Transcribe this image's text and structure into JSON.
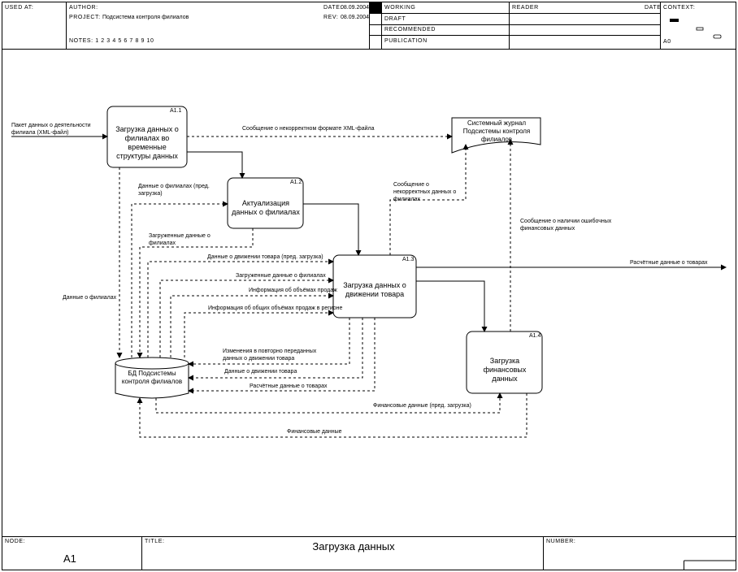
{
  "header": {
    "used_at": "USED AT:",
    "author": "AUTHOR:",
    "project_label": "PROJECT:",
    "project": "Подсистема контроля филиалов",
    "notes": "NOTES: 1 2 3 4 5 6 7 8 9 10",
    "date_label": "DATE:",
    "date": "08.09.2004",
    "rev_label": "REV:",
    "rev": "08.09.2004",
    "status": [
      "WORKING",
      "DRAFT",
      "RECOMMENDED",
      "PUBLICATION"
    ],
    "reader": "READER",
    "date2": "DATE",
    "context": "CONTEXT:",
    "context_node": "A0"
  },
  "diagram": {
    "boxes": [
      {
        "id": "A1.1",
        "title": "Загрузка данных о филиалах во временные структуры данных"
      },
      {
        "id": "A1.2",
        "title": "Актуализация данных о филиалах"
      },
      {
        "id": "A1.3",
        "title": "Загрузка данных о движении товара"
      },
      {
        "id": "A1.4",
        "title": "Загрузка финансовых данных"
      }
    ],
    "store": "БД Подсистемы контроля филиалов",
    "journal": "Системный журнал Подсистемы контроля филиалов",
    "arrows": {
      "input": "Пакет данных о деятельности филиала (XML-файл)",
      "bad_format": "Сообщение о некорректном формате XML-файла",
      "branch_pre": "Данные о филиалах (пред. загрузка)",
      "loaded_branch": "Загруженные данные о филиалах",
      "branch_data": "Данные о филиалах",
      "bad_data": "Сообщение о некорректных данных о филиалах",
      "errors_fin": "Сообщение о наличии ошибочных финансовых данных",
      "goods_pre": "Данные о движении товара (пред. загрузка)",
      "loaded_branch2": "Загруженные данные о филиалах",
      "volumes": "Информация об объёмах продаж",
      "total_volumes": "Информация об общих объёмах продаж в регионе",
      "output": "Расчётные данные о товарах",
      "resend": "Изменения в повторно переданных данных о движении товара",
      "goods": "Данные о движении товара",
      "calc_goods": "Расчётные данные о товарах",
      "fin_pre": "Финансовые данные (пред. загрузка)",
      "fin": "Финансовые данные"
    }
  },
  "footer": {
    "node_label": "NODE:",
    "node": "A1",
    "title_label": "TITLE:",
    "title": "Загрузка данных",
    "number_label": "NUMBER:"
  }
}
